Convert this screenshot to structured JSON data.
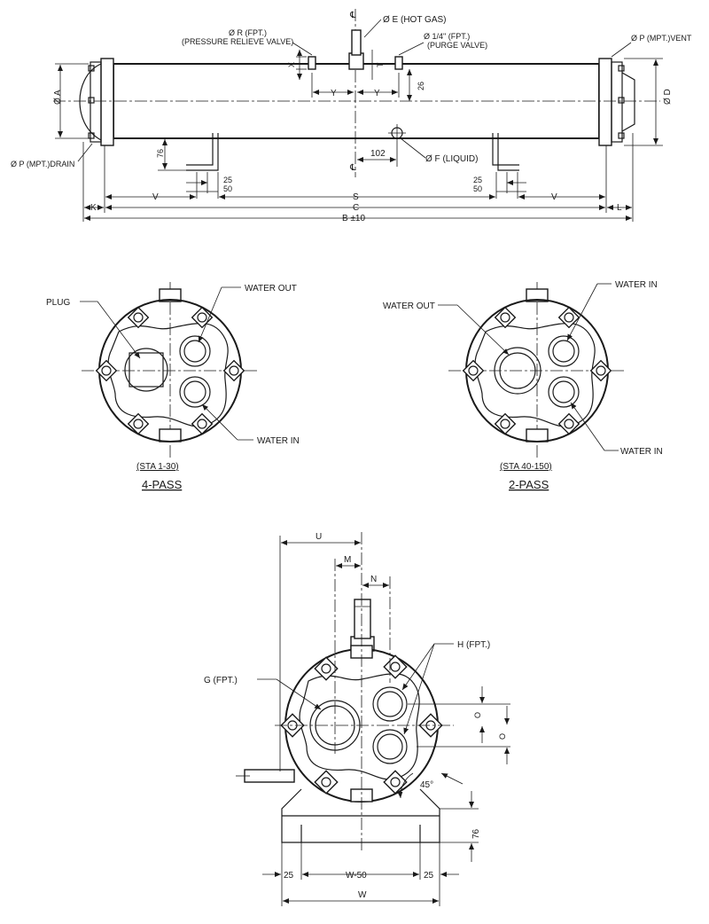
{
  "top_view": {
    "centerline_symbol": "℄",
    "hot_gas": "Ø E (HOT GAS)",
    "pressure_valve_1": "Ø R (FPT.)",
    "pressure_valve_2": "(PRESSURE RELIEVE VALVE)",
    "purge_valve_1": "Ø 1/4\" (FPT.)",
    "purge_valve_2": "(PURGE VALVE)",
    "vent": "Ø P (MPT.)VENT",
    "drain": "Ø P (MPT.)DRAIN",
    "liquid": "Ø F (LIQUID)",
    "dim_A": "Ø A",
    "dim_D": "Ø D",
    "dim_X": "X",
    "dim_T": "T",
    "dim_Y": "Y",
    "dim_26": "26",
    "dim_76": "76",
    "dim_102": "102",
    "dim_25": "25",
    "dim_50": "50",
    "dim_V": "V",
    "dim_S": "S",
    "dim_K": "K",
    "dim_C": "C",
    "dim_L": "L",
    "dim_B": "B ±10"
  },
  "four_pass": {
    "plug": "PLUG",
    "water_out": "WATER OUT",
    "water_in": "WATER IN",
    "range": "(STA 1-30)",
    "title": "4-PASS"
  },
  "two_pass": {
    "water_out": "WATER OUT",
    "water_in_top": "WATER IN",
    "water_in_bottom": "WATER IN",
    "range": "(STA 40-150)",
    "title": "2-PASS"
  },
  "end_view": {
    "dim_U": "U",
    "dim_M": "M",
    "dim_N": "N",
    "G": "G (FPT.)",
    "H": "H (FPT.)",
    "dim_O1": "O",
    "dim_O2": "O",
    "angle": "45°",
    "dim_76": "76",
    "dim_25_left": "25",
    "dim_W50": "W-50",
    "dim_25_right": "25",
    "dim_W": "W"
  }
}
